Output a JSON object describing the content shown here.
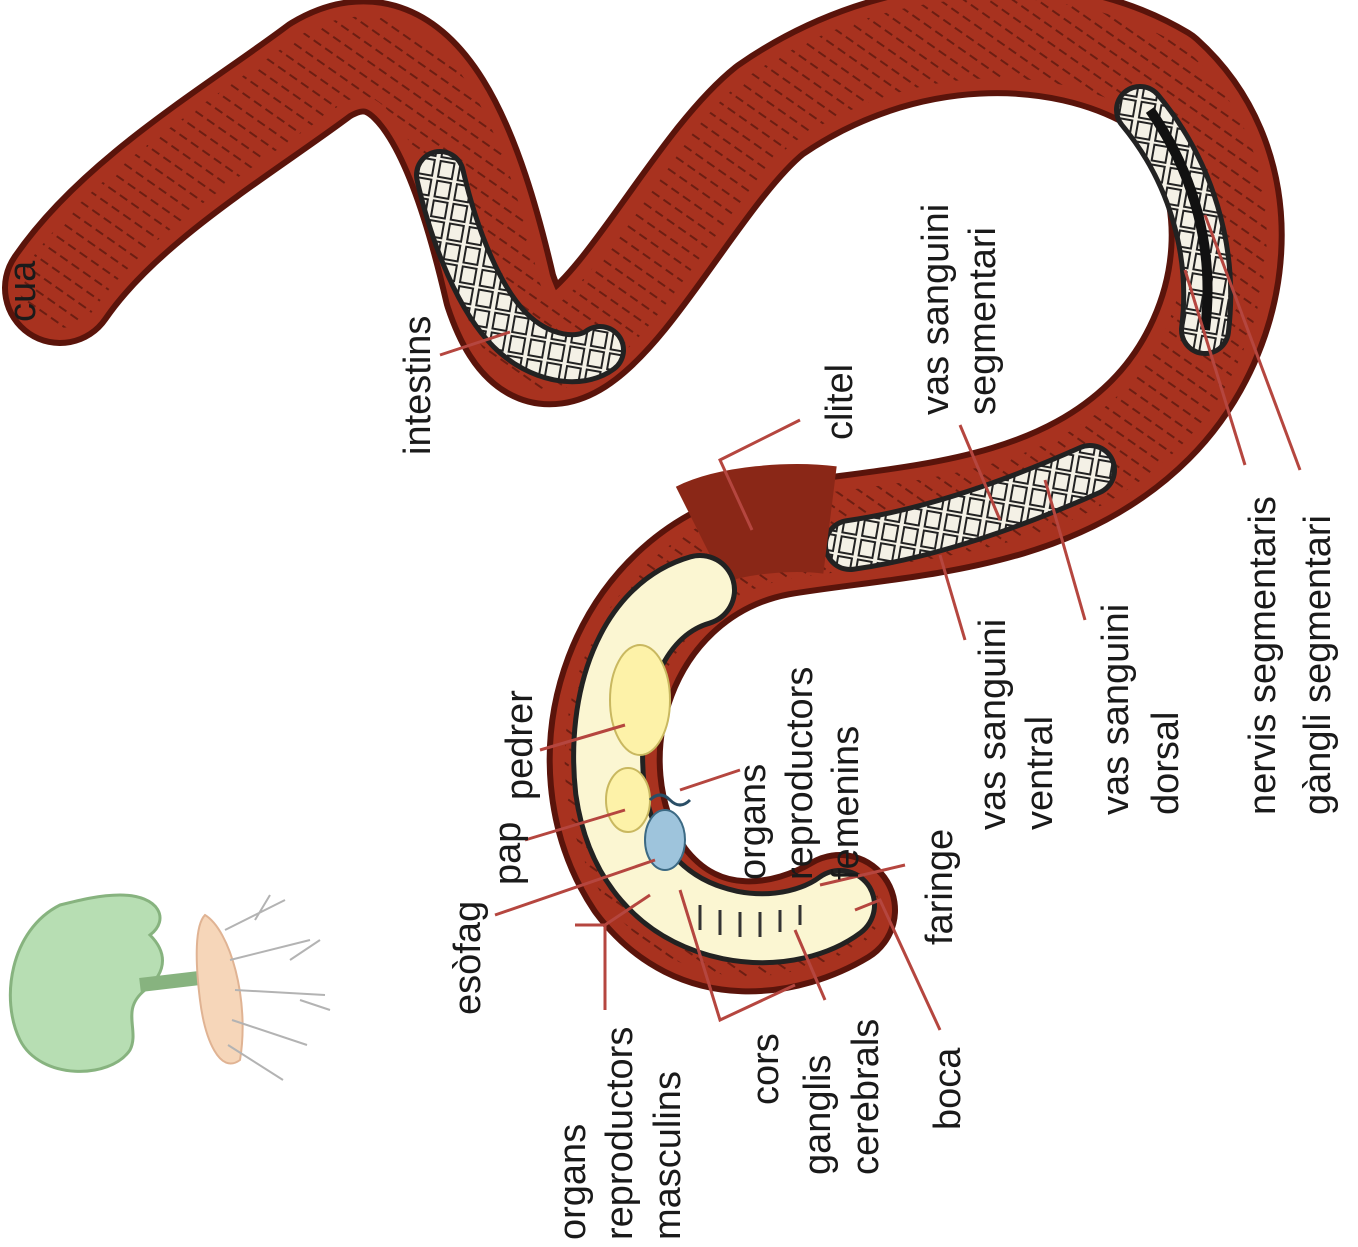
{
  "diagram": {
    "labels": {
      "cua": "cua",
      "intestins": "intestins",
      "clitel": "clitel",
      "vas_sanguini_segmentari_1": "vas sanguini",
      "vas_sanguini_segmentari_2": "segmentari",
      "nervis_segmentaris": "nervis segmentaris",
      "gangli_segmentari": "gàngli segmentari",
      "vas_sanguini_ventral_1": "vas sanguini",
      "vas_sanguini_ventral_2": "ventral",
      "vas_sanguini_dorsal_1": "vas sanguini",
      "vas_sanguini_dorsal_2": "dorsal",
      "pedrer": "pedrer",
      "pap": "pap",
      "esofag": "esòfag",
      "organs_femenins_1": "organs",
      "organs_femenins_2": "reproductors",
      "organs_femenins_3": "femenins",
      "faringe": "faringe",
      "organs_masculins_1": "organs",
      "organs_masculins_2": "reproductors",
      "organs_masculins_3": "masculins",
      "cors": "cors",
      "ganglis_cerebrals_1": "ganglis",
      "ganglis_cerebrals_2": "cerebrals",
      "boca": "boca"
    },
    "colors": {
      "body": "#a8321f",
      "body_dark": "#6e1a10",
      "interior": "#fbf6d2",
      "leader": "#b5463f",
      "leaf": "#9fd39a",
      "stem": "#5f9a55",
      "root": "#f3c9a2"
    }
  }
}
